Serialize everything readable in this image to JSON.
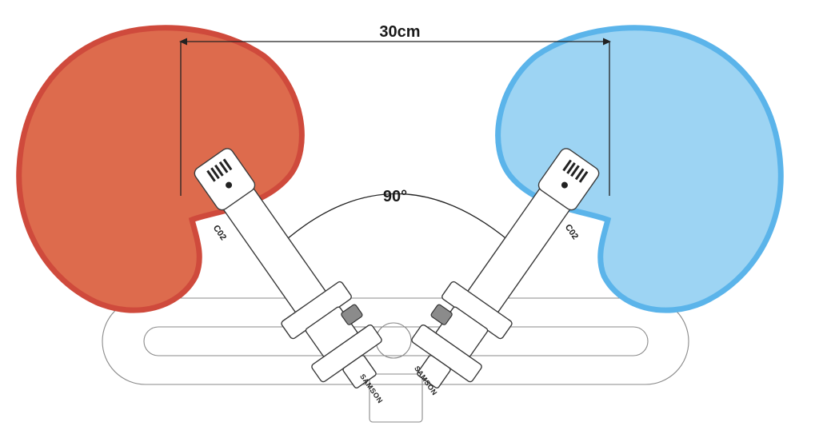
{
  "diagram": {
    "spacing_label": "30cm",
    "angle_label": "90°",
    "left_mic": {
      "model_label": "C02",
      "brand_label": "SAMSON",
      "pattern_color": "#dd6b4d",
      "pattern_edge_color": "#cf4a3c"
    },
    "right_mic": {
      "model_label": "C02",
      "brand_label": "SAMSON",
      "pattern_color": "#9dd4f3",
      "pattern_edge_color": "#5bb4ea"
    }
  }
}
